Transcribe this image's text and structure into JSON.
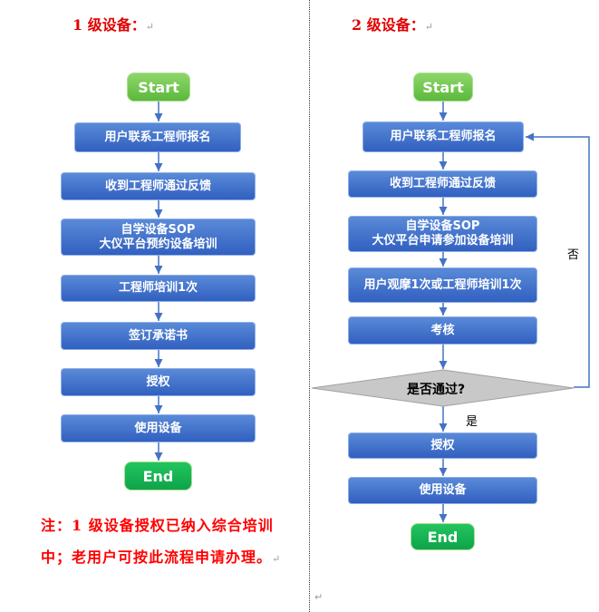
{
  "left": {
    "title": "1 级设备：",
    "start": "Start",
    "steps": [
      "用户联系工程师报名",
      "收到工程师通过反馈",
      "自学设备SOP\n大仪平台预约设备培训",
      "工程师培训1次",
      "签订承诺书",
      "授权",
      "使用设备"
    ],
    "end": "End",
    "note_line1": "注：1 级设备授权已纳入综合培训",
    "note_line2": "中；老用户可按此流程申请办理。"
  },
  "right": {
    "title": "2 级设备：",
    "start": "Start",
    "steps": [
      "用户联系工程师报名",
      "收到工程师通过反馈",
      "自学设备SOP\n大仪平台申请参加设备培训",
      "用户观摩1次或工程师培训1次",
      "考核"
    ],
    "decision": "是否通过?",
    "no_label": "否",
    "yes_label": "是",
    "after_steps": [
      "授权",
      "使用设备"
    ],
    "end": "End"
  },
  "colors": {
    "box": "#4472c4",
    "start": "#70c050",
    "end": "#12b050",
    "title": "#e00000",
    "line": "#4472c4"
  }
}
